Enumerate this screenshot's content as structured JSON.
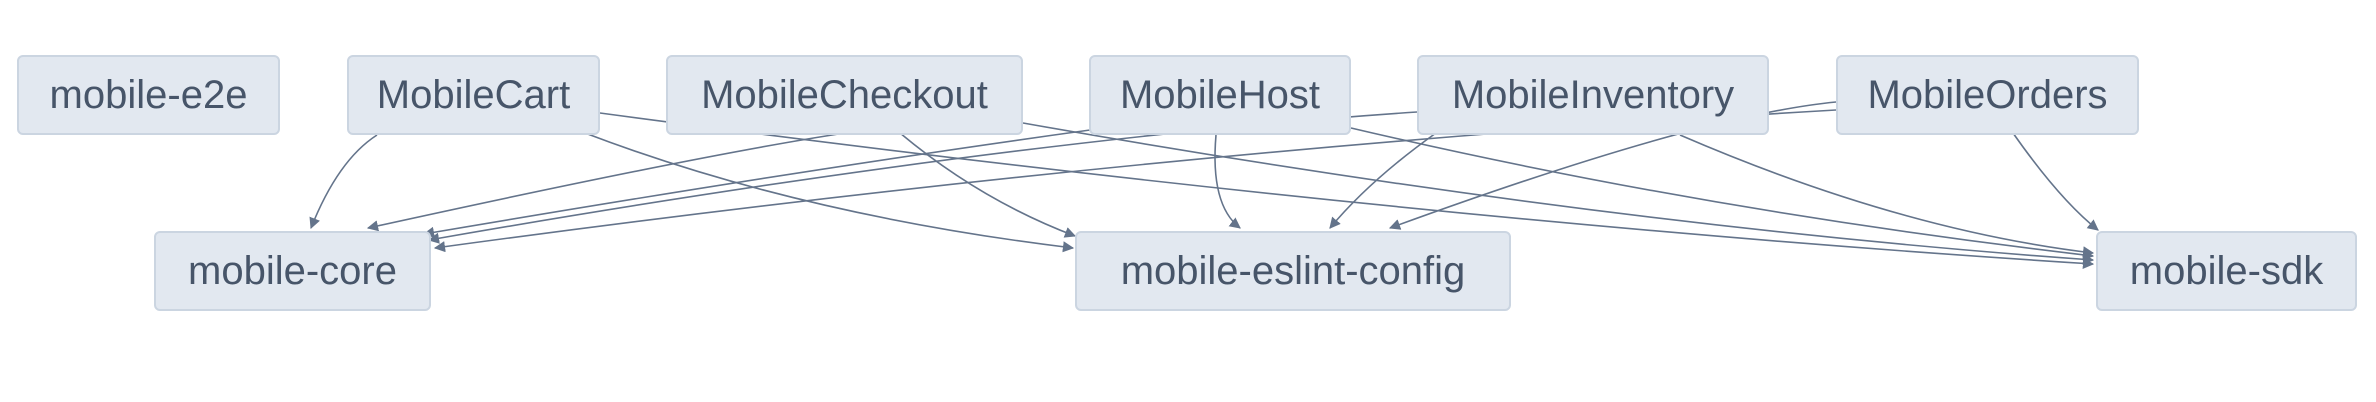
{
  "diagram": {
    "nodes": {
      "mobile_e2e": "mobile-e2e",
      "mobile_cart": "MobileCart",
      "mobile_checkout": "MobileCheckout",
      "mobile_host": "MobileHost",
      "mobile_inventory": "MobileInventory",
      "mobile_orders": "MobileOrders",
      "mobile_core": "mobile-core",
      "mobile_eslint_config": "mobile-eslint-config",
      "mobile_sdk": "mobile-sdk"
    },
    "edges": [
      {
        "from": "MobileCart",
        "to": "mobile-core"
      },
      {
        "from": "MobileCart",
        "to": "mobile-eslint-config"
      },
      {
        "from": "MobileCart",
        "to": "mobile-sdk"
      },
      {
        "from": "MobileCheckout",
        "to": "mobile-core"
      },
      {
        "from": "MobileCheckout",
        "to": "mobile-eslint-config"
      },
      {
        "from": "MobileCheckout",
        "to": "mobile-sdk"
      },
      {
        "from": "MobileHost",
        "to": "mobile-core"
      },
      {
        "from": "MobileHost",
        "to": "mobile-eslint-config"
      },
      {
        "from": "MobileHost",
        "to": "mobile-sdk"
      },
      {
        "from": "MobileInventory",
        "to": "mobile-core"
      },
      {
        "from": "MobileInventory",
        "to": "mobile-eslint-config"
      },
      {
        "from": "MobileInventory",
        "to": "mobile-sdk"
      },
      {
        "from": "MobileOrders",
        "to": "mobile-core"
      },
      {
        "from": "MobileOrders",
        "to": "mobile-eslint-config"
      },
      {
        "from": "MobileOrders",
        "to": "mobile-sdk"
      }
    ],
    "colors": {
      "node_fill": "#e2e8f0",
      "node_border": "#cbd5e1",
      "node_text": "#475569",
      "edge": "#64748b",
      "background": "#ffffff"
    }
  }
}
